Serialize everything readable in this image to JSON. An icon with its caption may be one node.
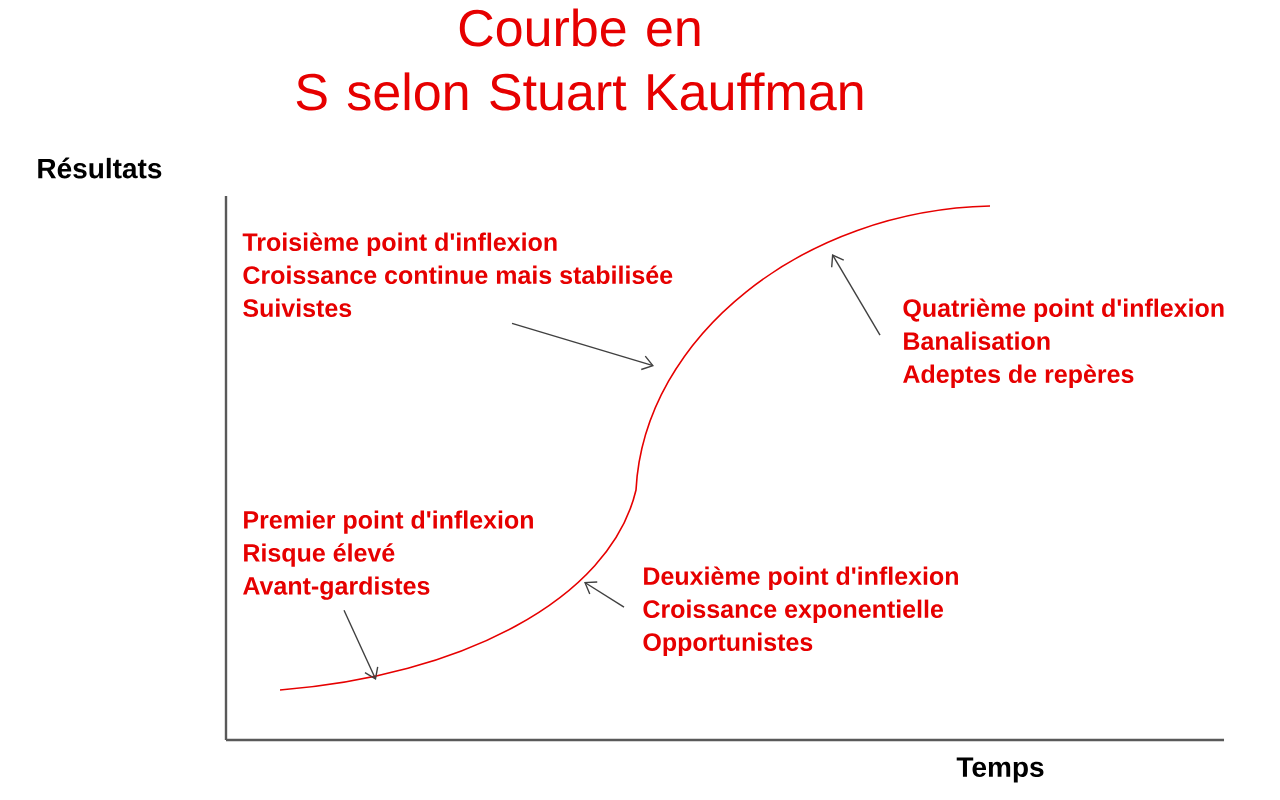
{
  "diagram": {
    "title": "Courbe en S selon Stuart Kauffman",
    "nodes": [
      {
        "text": [
          "Troisième point d'inflexion",
          "Croissance continue mais stabilisée",
          "Suivistes"
        ]
      },
      {
        "text": [
          "Quatrième point d'inflexion",
          "Banalisation",
          "Adeptes de repères"
        ]
      },
      {
        "text": [
          "Premier point d'inflexion",
          "Risque élevé",
          "Avant-gardistes"
        ]
      },
      {
        "text": [
          "Deuxième point d'inflexion",
          "Croissance exponentielle",
          "Opportunistes"
        ]
      }
    ],
    "edges": [
      {
        "from": 0,
        "to": null,
        "arrow": "to"
      },
      {
        "from": 1,
        "to": null,
        "arrow": "to"
      },
      {
        "from": 2,
        "to": null,
        "arrow": "to"
      },
      {
        "from": 3,
        "to": null,
        "arrow": "to"
      }
    ],
    "labels": [
      "Résultats",
      "Temps"
    ]
  }
}
